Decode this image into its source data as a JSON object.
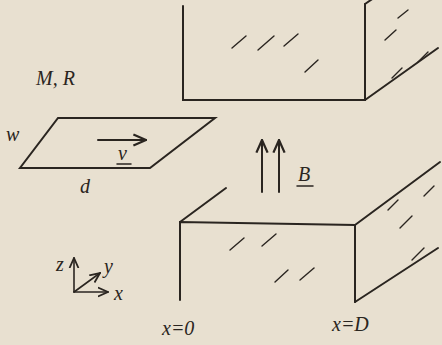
{
  "diagram": {
    "labels": [
      "M, R",
      "w",
      "v",
      "d",
      "B",
      "z",
      "y",
      "x",
      "x=0",
      "x=D"
    ]
  }
}
